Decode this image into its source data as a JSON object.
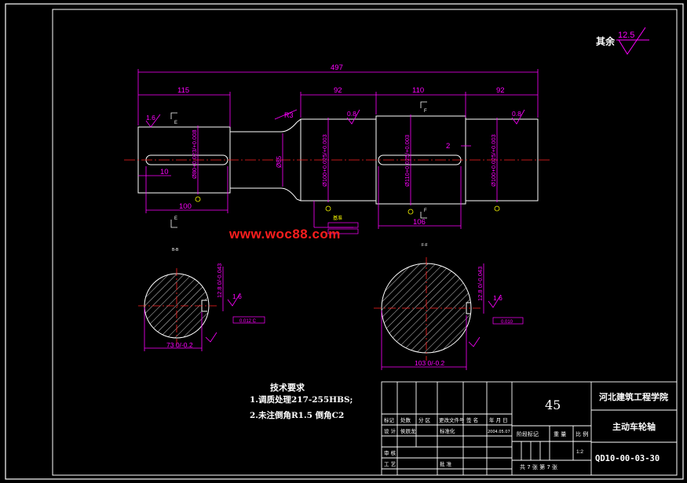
{
  "drawing": {
    "surface_roughness_note": {
      "prefix": "其余",
      "value": "12.5"
    },
    "overall_length": "497",
    "segment_lengths": {
      "left_journal": "115",
      "mid_1": "92",
      "center": "110",
      "right": "92"
    },
    "key_dims": {
      "key_length_left": "100",
      "key_length_center": "106",
      "key_offset_left": "10",
      "key_offset_center": "2"
    },
    "diameters": {
      "d1": "Ø80+0.023/+0.008",
      "d2": "Ø85",
      "d3": "Ø100+0.025/+0.003",
      "d4": "Ø110+0.025/+0.003",
      "d5": "Ø100+0.025/+0.003"
    },
    "roughness_marks": [
      "1.6",
      "0.8",
      "0.8"
    ],
    "chamfer_label": "R3",
    "datum_label": "基准",
    "section_labels": {
      "left": "B-B",
      "right": "F-F"
    },
    "section_left": {
      "width_dim": "73 0/-0.2",
      "key_width": "12.8 0/-0.043",
      "roughness": "1.6",
      "tol": "0.012 C"
    },
    "section_right": {
      "width_dim": "103 0/-0.2",
      "key_width": "12.8 0/-0.043",
      "roughness": "1.6",
      "tol": "0.010"
    },
    "view_markers": [
      "E",
      "E",
      "F",
      "F"
    ]
  },
  "watermark": "www.woc88.com",
  "tech_requirements": {
    "heading": "技术要求",
    "line1": "1.调质处理217-255HBS;",
    "line2": "2.未注倒角R1.5 倒角C2"
  },
  "title_block": {
    "material": "45",
    "institution": "河北建筑工程学院",
    "part_name": "主动车轮轴",
    "drawing_no": "QD10-00-03-30",
    "scale": "1:2",
    "sheet": "共 7 张  第 7 张",
    "header_cells": [
      "标记",
      "处数",
      "分 区",
      "更改文件号",
      "签 名",
      "年 月 日"
    ],
    "row2_cells": [
      "设 计",
      "侯辰龙",
      "",
      "标准化",
      "",
      "2004.05.07"
    ],
    "stage_labels": [
      "阶段标记",
      "重 量",
      "比 例"
    ],
    "bottom_labels": [
      "审 核",
      "工 艺",
      "批 准"
    ]
  },
  "colors": {
    "magenta": "#ff00ff",
    "red": "#ff2020",
    "white": "#ffffff",
    "yellow": "#ffff00",
    "cyan": "#00ffff"
  }
}
